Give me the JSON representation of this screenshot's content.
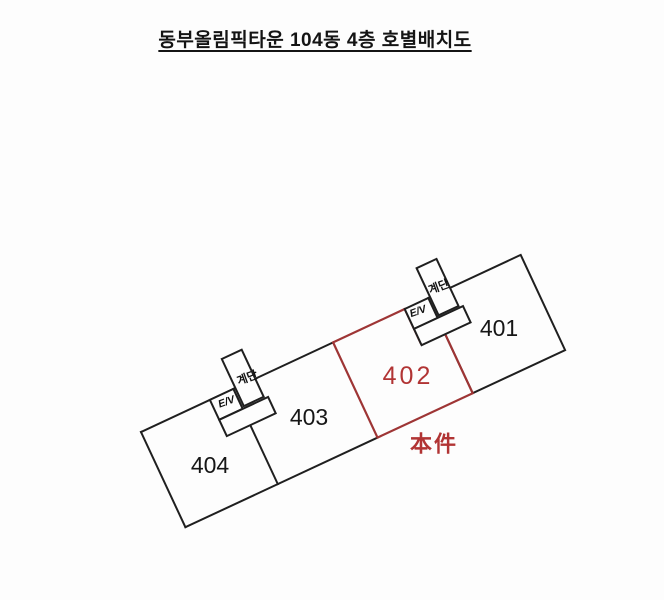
{
  "title": "동부올림픽타운 104동 4층 호별배치도",
  "plan": {
    "units": [
      {
        "label": "401",
        "highlighted": false
      },
      {
        "label": "402",
        "highlighted": true
      },
      {
        "label": "403",
        "highlighted": false
      },
      {
        "label": "404",
        "highlighted": false
      }
    ],
    "stair_label": "계단",
    "elevator_label": "E/V",
    "subject_marker": "本件",
    "colors": {
      "line": "#1f1f1f",
      "text": "#161616",
      "highlight_line": "#9e3535",
      "highlight_text": "#b13434",
      "background": "#fdfdfd"
    }
  }
}
